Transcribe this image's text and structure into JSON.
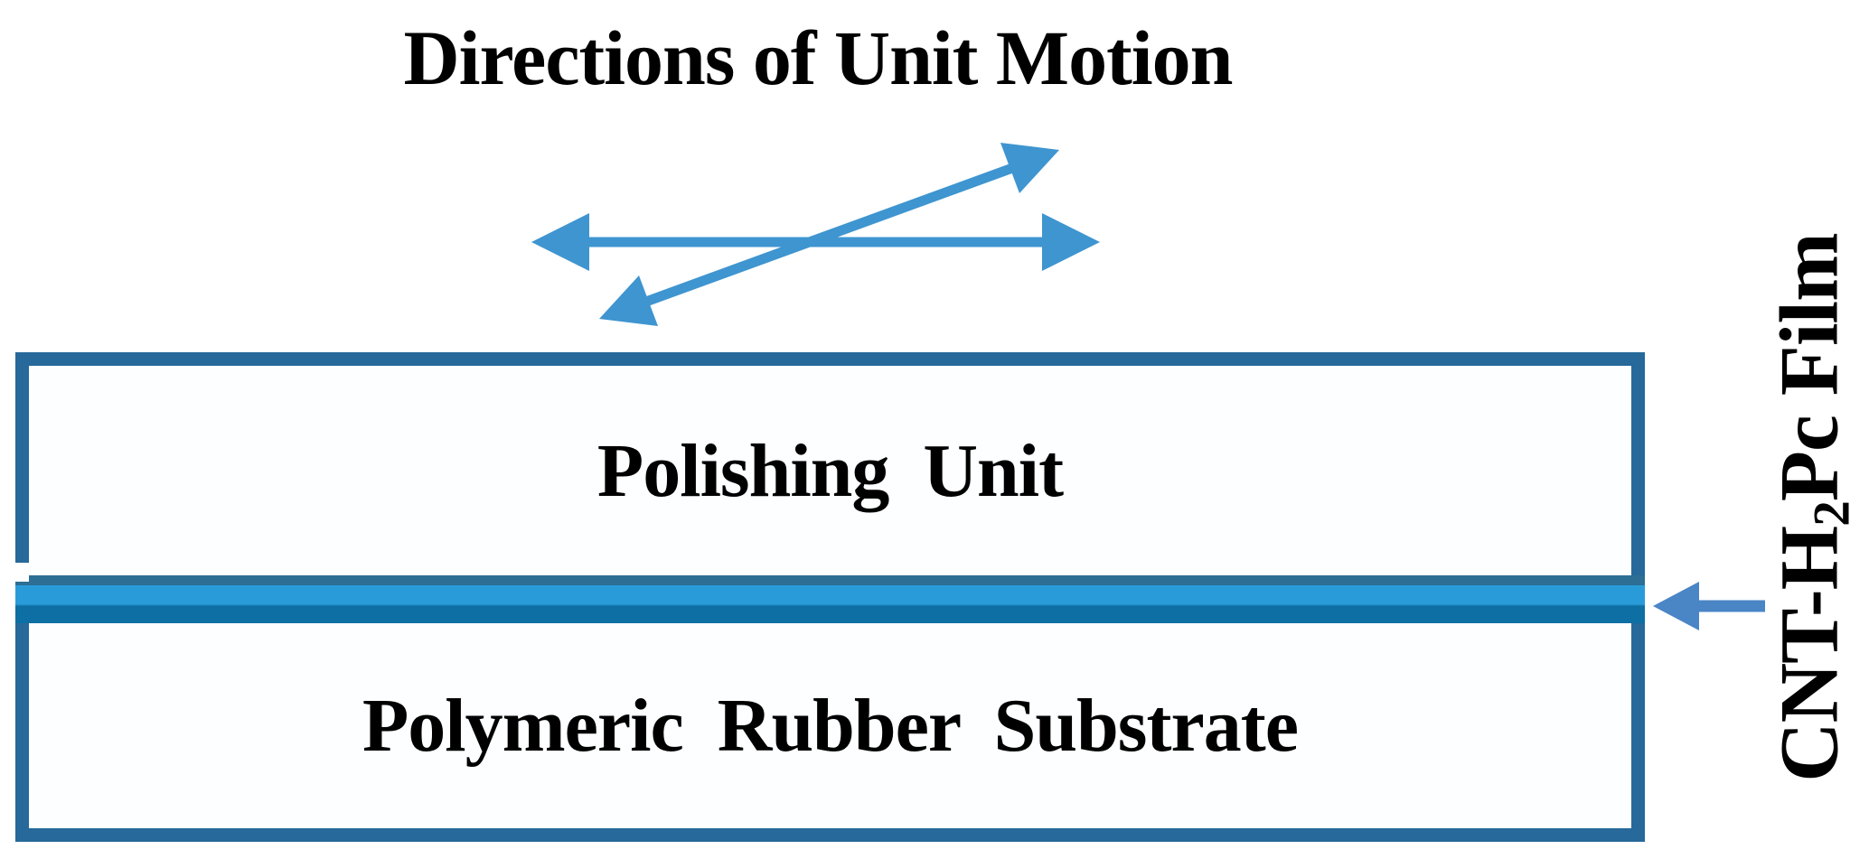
{
  "diagram": {
    "title": "Directions of Unit Motion",
    "layers": {
      "polishing_unit": "Polishing Unit",
      "substrate": "Polymeric Rubber Substrate"
    },
    "film_label": {
      "prefix": "CNT-H",
      "sub": "2",
      "suffix": "Pc Film"
    }
  },
  "colors": {
    "text": "#000000",
    "box-border": "#26699a",
    "film-top-edge": "#2c6e94",
    "film-bright": "#2a9bd9",
    "film-dark": "#0d6fa3",
    "motion-arrow": "#3e95d0",
    "film-arrow": "#4a85c6"
  }
}
